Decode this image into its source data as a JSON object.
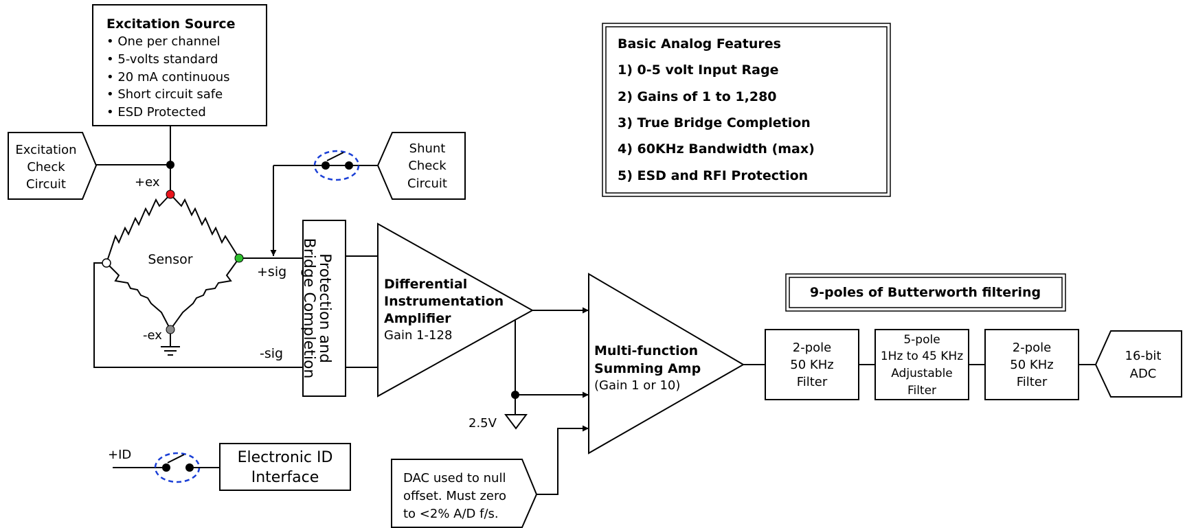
{
  "excitation": {
    "title": "Excitation Source",
    "items": [
      "• One per channel",
      "• 5-volts standard",
      "• 20 mA continuous",
      "• Short circuit safe",
      "• ESD Protected"
    ]
  },
  "excitation_check": [
    "Excitation",
    "Check",
    "Circuit"
  ],
  "shunt_check": [
    "Shunt",
    "Check",
    "Circuit"
  ],
  "bridge": {
    "plus_ex": "+ex",
    "minus_ex": "-ex",
    "plus_sig": "+sig",
    "minus_sig": "-sig",
    "sensor": "Sensor"
  },
  "protection": [
    "Protection and",
    "Bridge Completion"
  ],
  "diff_amp": {
    "line1": "Differential",
    "line2": "Instrumentation",
    "line3": "Amplifier",
    "gain": "Gain 1-128"
  },
  "summing_amp": {
    "line1": "Multi-function",
    "line2": "Summing Amp",
    "gain": "(Gain 1 or 10)"
  },
  "ref_voltage": "2.5V",
  "dac": [
    "DAC used to null",
    "offset. Must zero",
    "to <2% A/D f/s."
  ],
  "electronic_id": {
    "pin": "+ID",
    "label": [
      "Electronic ID",
      "Interface"
    ]
  },
  "features": {
    "title": "Basic Analog Features",
    "items": [
      "1)  0-5 volt Input Rage",
      "2)  Gains of 1 to 1,280",
      "3)  True Bridge Completion",
      "4)  60KHz Bandwidth (max)",
      "5)  ESD and RFI Protection"
    ]
  },
  "butterworth": "9-poles of Butterworth filtering",
  "filter1": [
    "2-pole",
    "50 KHz",
    "Filter"
  ],
  "filter2": [
    "5-pole",
    "1Hz to 45 KHz",
    "Adjustable",
    "Filter"
  ],
  "filter3": [
    "2-pole",
    "50 KHz",
    "Filter"
  ],
  "adc": [
    "16-bit",
    "ADC"
  ],
  "colors": {
    "plus_ex_node": "#e8141c",
    "plus_sig_node": "#2ec02e",
    "minus_ex_node": "#8c8c8c",
    "switch_outline": "#1a3fd6"
  }
}
